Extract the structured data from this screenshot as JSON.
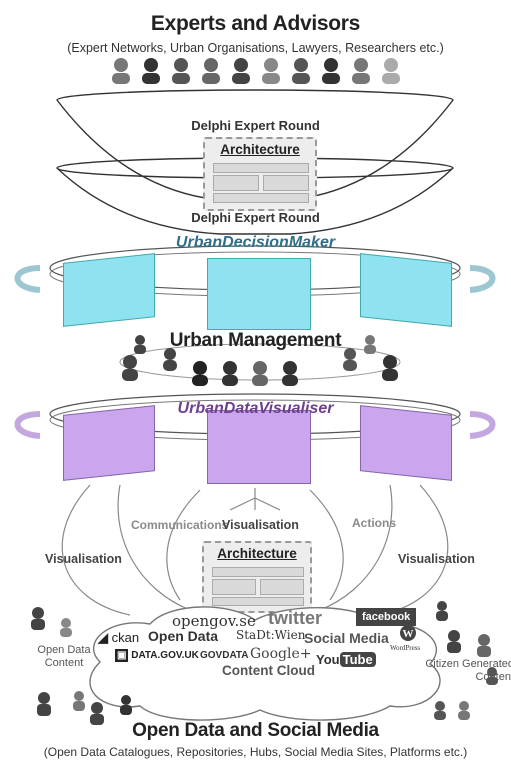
{
  "top": {
    "title": "Experts and Advisors",
    "subtitle": "(Expert Networks, Urban Organisations, Lawyers, Researchers etc.)"
  },
  "funnel": {
    "round1": "Delphi Expert Round",
    "architecture": "Architecture",
    "round2": "Delphi Expert Round"
  },
  "decision": {
    "title": "UrbanDecisionMaker",
    "management": "Urban Management"
  },
  "visualiser": {
    "title": "UrbanDataVisualiser",
    "communications": "Communications",
    "visualisation_center": "Visualisation",
    "actions": "Actions",
    "visualisation_left": "Visualisation",
    "visualisation_right": "Visualisation",
    "architecture": "Architecture"
  },
  "bottom": {
    "opengov": "opengov.se",
    "twitter": "twitter",
    "facebook": "facebook",
    "ckan": "ckan",
    "open_data": "Open Data",
    "stadt_wien": "StaDt:Wien",
    "social_media": "Social Media",
    "wordpress": "WordPress",
    "data_gov_uk": "DATA.GOV.UK",
    "govdata": "GOVDATA",
    "google_plus": "Google+",
    "content_cloud": "Content Cloud",
    "youtube_you": "You",
    "youtube_tube": "Tube",
    "open_data_content": "Open Data\nContent",
    "citizen_content": "Citizen Generated\nContent",
    "title": "Open Data and Social Media",
    "subtitle": "(Open Data Catalogues, Repositories, Hubs, Social Media Sites, Platforms etc.)"
  },
  "colors": {
    "cyan_panel": "#8fe3f0",
    "purple_panel": "#c9a6ee",
    "ud_title": "#2f6f8a",
    "uv_title": "#6e3f8f"
  }
}
